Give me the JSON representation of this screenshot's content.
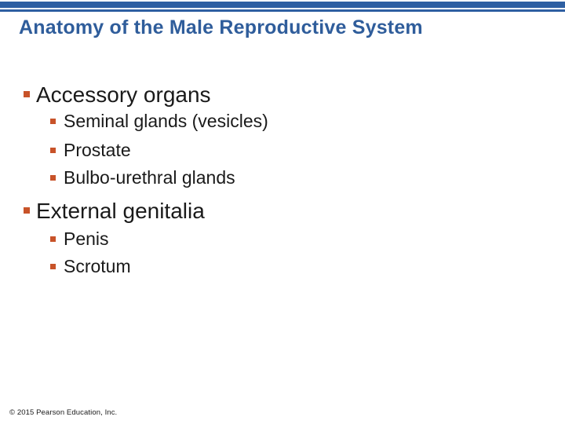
{
  "slide": {
    "title": "Anatomy of the Male Reproductive System",
    "bullets": [
      {
        "level": 1,
        "text": "Accessory organs"
      },
      {
        "level": 2,
        "text": "Seminal glands (vesicles)"
      },
      {
        "level": 2,
        "text": "Prostate"
      },
      {
        "level": 2,
        "text": "Bulbo-urethral glands"
      },
      {
        "level": 1,
        "text": "External genitalia"
      },
      {
        "level": 2,
        "text": "Penis"
      },
      {
        "level": 2,
        "text": "Scrotum"
      }
    ],
    "footer": "© 2015 Pearson Education, Inc.",
    "colors": {
      "accent_bar": "#2E5FA2",
      "title_text": "#2F5D9B",
      "bullet_square": "#C85329",
      "body_text": "#1A1A1A"
    }
  }
}
